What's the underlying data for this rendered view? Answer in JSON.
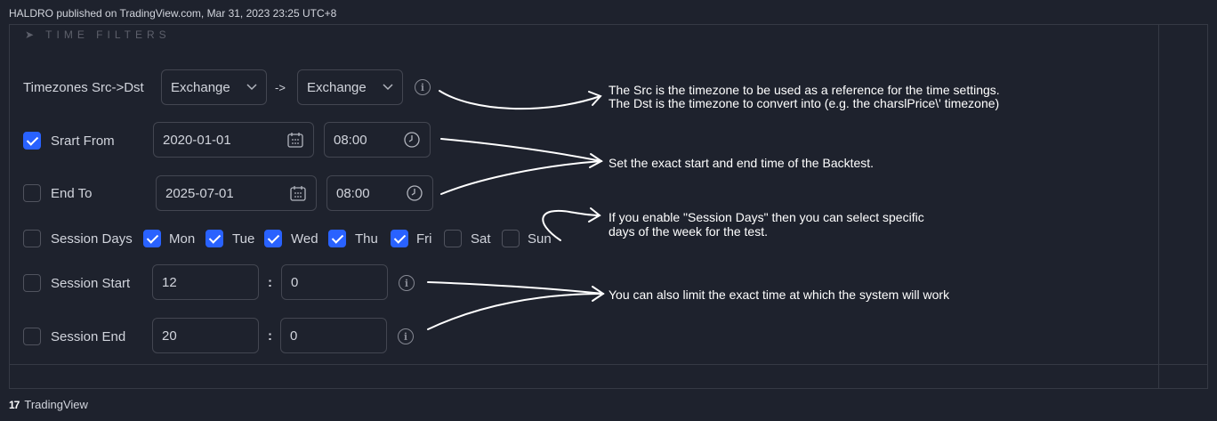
{
  "header": {
    "publisher_line": "HALDRO published on TradingView.com, Mar 31, 2023 23:25 UTC+8"
  },
  "section": {
    "title": "➤ TIME FILTERS"
  },
  "timezones": {
    "label": "Timezones Src->Dst",
    "src": "Exchange",
    "arrow": "->",
    "dst": "Exchange"
  },
  "start": {
    "label": "Srart From",
    "checked": true,
    "date": "2020-01-01",
    "time": "08:00"
  },
  "end": {
    "label": "End To",
    "checked": false,
    "date": "2025-07-01",
    "time": "08:00"
  },
  "session_days": {
    "label": "Session Days",
    "days": [
      {
        "label": "Mon",
        "checked": true
      },
      {
        "label": "Tue",
        "checked": true
      },
      {
        "label": "Wed",
        "checked": true
      },
      {
        "label": "Thu",
        "checked": true
      },
      {
        "label": "Fri",
        "checked": true
      },
      {
        "label": "Sat",
        "checked": false
      },
      {
        "label": "Sun",
        "checked": false
      }
    ]
  },
  "session_start": {
    "label": "Session Start",
    "hour": "12",
    "sep": ":",
    "minute": "0"
  },
  "session_end": {
    "label": "Session End",
    "hour": "20",
    "sep": ":",
    "minute": "0"
  },
  "annotations": {
    "timezone_line1": "The Src is the timezone to be used as a reference for the time settings.",
    "timezone_line2": "The Dst is the timezone to convert into (e.g. the charslPrice\\' timezone)",
    "backtest": "Set the exact start and end time of the Backtest.",
    "days_line1": "If you enable \"Session Days\" then you can select specific",
    "days_line2": "days of the week for the test.",
    "session": "You can also limit the exact time at which the system will work"
  },
  "footer": {
    "logo": "17",
    "brand": "TradingView"
  },
  "colors": {
    "background": "#1e222d",
    "accent": "#2962ff",
    "border": "#434651",
    "text": "#d1d4dc"
  },
  "icons": [
    "chevron-down-icon",
    "info-icon",
    "calendar-icon",
    "clock-icon",
    "check-icon"
  ]
}
